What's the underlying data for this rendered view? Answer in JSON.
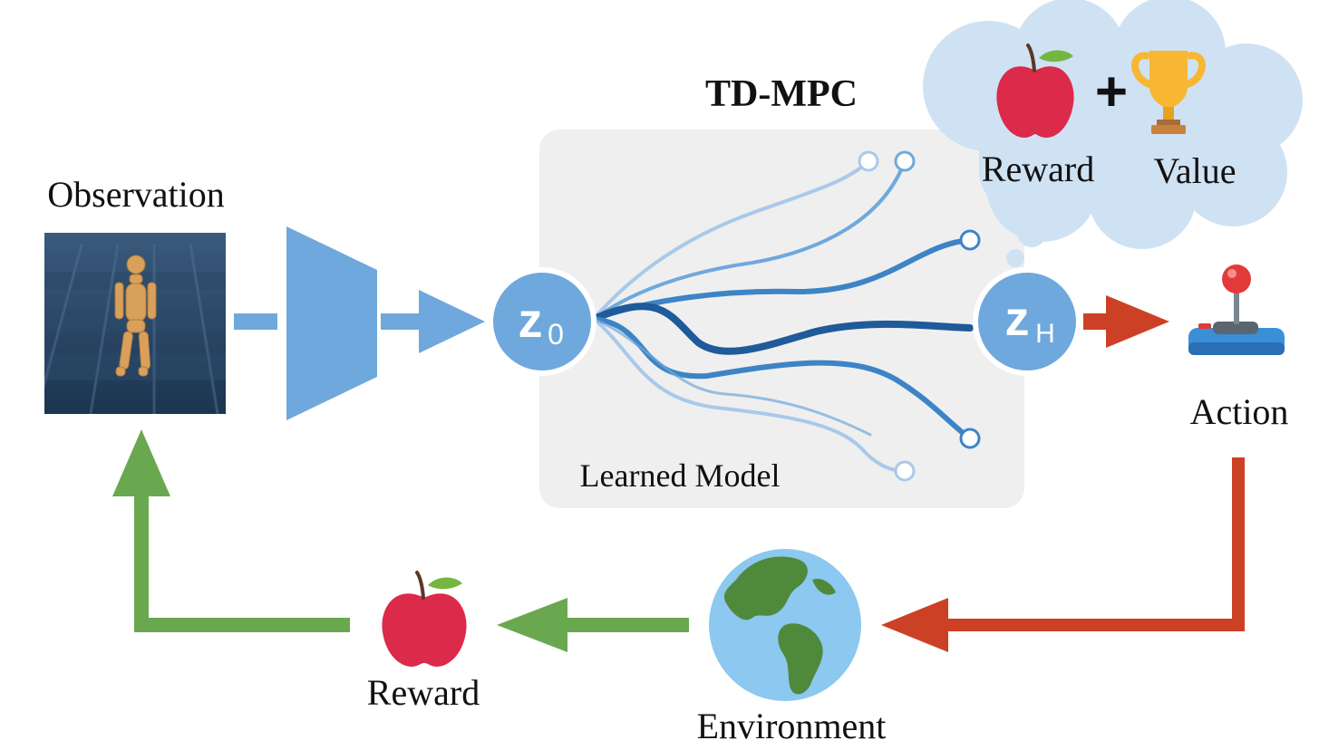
{
  "title": "TD-MPC",
  "labels": {
    "observation": "Observation",
    "learned_model": "Learned Model",
    "action": "Action",
    "environment": "Environment",
    "reward_bottom": "Reward",
    "thought_reward": "Reward",
    "thought_value": "Value",
    "plus": "+"
  },
  "latent": {
    "z0": {
      "base": "z",
      "sub": "0"
    },
    "zH": {
      "base": "z",
      "sub": "H"
    }
  },
  "icons": {
    "observation": "humanoid-render-image",
    "encoder": "encoder-trapezoid",
    "action": "joystick-icon",
    "environment": "globe-icon",
    "reward": "apple-icon",
    "value": "trophy-icon",
    "thought": "thought-cloud"
  },
  "colors": {
    "encoder_blue": "#6fa8dc",
    "latent_blue": "#6fa8dc",
    "traj_dark": "#1f5a9a",
    "traj_mid": "#3d84c6",
    "traj_light": "#a9c9ea",
    "action_red": "#cc4125",
    "env_green": "#6aa84f",
    "panel_gray": "#efefef",
    "cloud_blue": "#cfe2f3"
  }
}
